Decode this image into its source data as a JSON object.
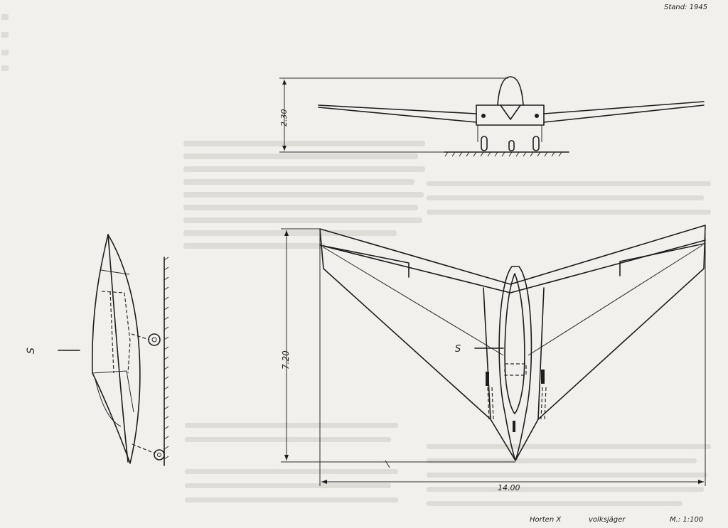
{
  "header": {
    "stand": "Stand: 1945"
  },
  "dimensions": {
    "height": "2.30",
    "length": "7.20",
    "span": "14.00"
  },
  "labels": {
    "cg_side": "S",
    "cg_plan": "S"
  },
  "title_block": {
    "name": "Horten X",
    "subtitle": "volksjäger",
    "scale": "M.: 1:100"
  }
}
